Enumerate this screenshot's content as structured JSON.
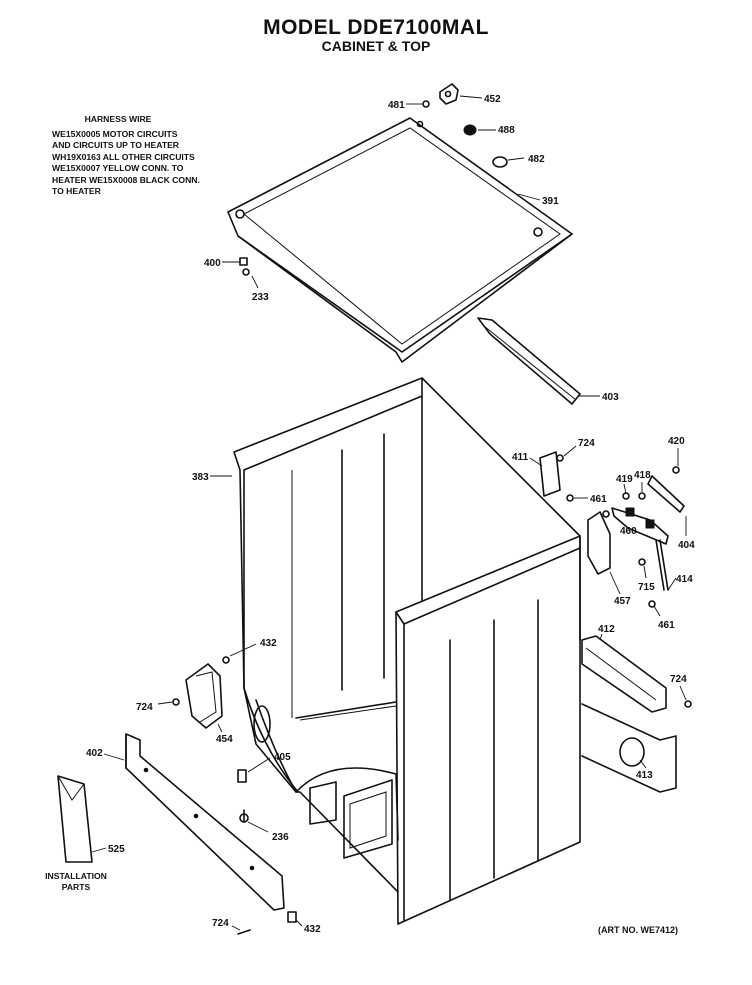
{
  "header": {
    "model": "MODEL DDE7100MAL",
    "section": "CABINET & TOP"
  },
  "harness_note": {
    "heading": "HARNESS WIRE",
    "lines": [
      "WE15X0005 MOTOR CIRCUITS",
      "AND CIRCUITS UP TO HEATER",
      "WH19X0163 ALL OTHER CIRCUITS",
      "WE15X0007 YELLOW CONN. TO",
      "HEATER WE15X0008 BLACK CONN.",
      "TO HEATER"
    ]
  },
  "installation_label": [
    "INSTALLATION",
    "PARTS"
  ],
  "art_no": "(ART NO. WE7412)",
  "callouts": {
    "c452": "452",
    "c481": "481",
    "c488": "488",
    "c482": "482",
    "c391": "391",
    "c400": "400",
    "c233": "233",
    "c403": "403",
    "c383": "383",
    "c411": "411",
    "c724a": "724",
    "c461a": "461",
    "c420": "420",
    "c419": "419",
    "c418": "418",
    "c460": "460",
    "c404": "404",
    "c457": "457",
    "c715": "715",
    "c414": "414",
    "c461b": "461",
    "c412": "412",
    "c724b": "724",
    "c413": "413",
    "c432a": "432",
    "c724c": "724",
    "c454": "454",
    "c402": "402",
    "c405": "405",
    "c236": "236",
    "c525": "525",
    "c724d": "724",
    "c432b": "432"
  }
}
